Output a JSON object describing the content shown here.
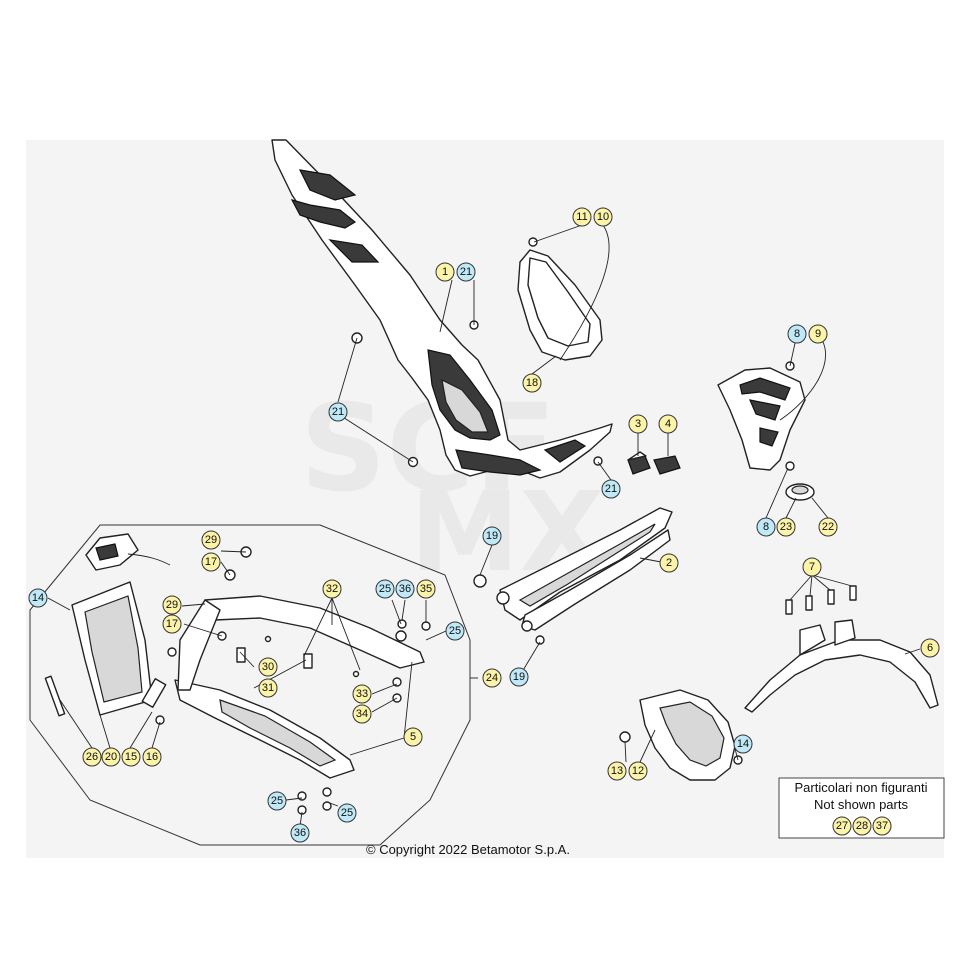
{
  "callouts": [
    {
      "id": "c1",
      "label": "1",
      "color": "yellow"
    },
    {
      "id": "c21a",
      "label": "21",
      "color": "blue"
    },
    {
      "id": "c11",
      "label": "11",
      "color": "yellow"
    },
    {
      "id": "c10",
      "label": "10",
      "color": "yellow"
    },
    {
      "id": "c18",
      "label": "18",
      "color": "yellow"
    },
    {
      "id": "c21b",
      "label": "21",
      "color": "blue"
    },
    {
      "id": "c3",
      "label": "3",
      "color": "yellow"
    },
    {
      "id": "c4",
      "label": "4",
      "color": "yellow"
    },
    {
      "id": "c21c",
      "label": "21",
      "color": "blue"
    },
    {
      "id": "c8a",
      "label": "8",
      "color": "blue"
    },
    {
      "id": "c9",
      "label": "9",
      "color": "yellow"
    },
    {
      "id": "c8b",
      "label": "8",
      "color": "blue"
    },
    {
      "id": "c23",
      "label": "23",
      "color": "yellow"
    },
    {
      "id": "c22",
      "label": "22",
      "color": "yellow"
    },
    {
      "id": "c19a",
      "label": "19",
      "color": "blue"
    },
    {
      "id": "c2",
      "label": "2",
      "color": "yellow"
    },
    {
      "id": "c19b",
      "label": "19",
      "color": "blue"
    },
    {
      "id": "c7",
      "label": "7",
      "color": "yellow"
    },
    {
      "id": "c6",
      "label": "6",
      "color": "yellow"
    },
    {
      "id": "c14b",
      "label": "14",
      "color": "blue"
    },
    {
      "id": "c13",
      "label": "13",
      "color": "yellow"
    },
    {
      "id": "c12",
      "label": "12",
      "color": "yellow"
    },
    {
      "id": "c29a",
      "label": "29",
      "color": "yellow"
    },
    {
      "id": "c17a",
      "label": "17",
      "color": "yellow"
    },
    {
      "id": "c14a",
      "label": "14",
      "color": "blue"
    },
    {
      "id": "c29b",
      "label": "29",
      "color": "yellow"
    },
    {
      "id": "c17b",
      "label": "17",
      "color": "yellow"
    },
    {
      "id": "c32",
      "label": "32",
      "color": "yellow"
    },
    {
      "id": "c25a",
      "label": "25",
      "color": "blue"
    },
    {
      "id": "c36a",
      "label": "36",
      "color": "blue"
    },
    {
      "id": "c35",
      "label": "35",
      "color": "yellow"
    },
    {
      "id": "c25b",
      "label": "25",
      "color": "blue"
    },
    {
      "id": "c30",
      "label": "30",
      "color": "yellow"
    },
    {
      "id": "c31",
      "label": "31",
      "color": "yellow"
    },
    {
      "id": "c24",
      "label": "24",
      "color": "yellow"
    },
    {
      "id": "c33",
      "label": "33",
      "color": "yellow"
    },
    {
      "id": "c34",
      "label": "34",
      "color": "yellow"
    },
    {
      "id": "c5",
      "label": "5",
      "color": "yellow"
    },
    {
      "id": "c26",
      "label": "26",
      "color": "yellow"
    },
    {
      "id": "c20",
      "label": "20",
      "color": "yellow"
    },
    {
      "id": "c15",
      "label": "15",
      "color": "yellow"
    },
    {
      "id": "c16",
      "label": "16",
      "color": "yellow"
    },
    {
      "id": "c25c",
      "label": "25",
      "color": "blue"
    },
    {
      "id": "c25d",
      "label": "25",
      "color": "blue"
    },
    {
      "id": "c36b",
      "label": "36",
      "color": "blue"
    },
    {
      "id": "c27",
      "label": "27",
      "color": "yellow"
    },
    {
      "id": "c28",
      "label": "28",
      "color": "yellow"
    },
    {
      "id": "c37",
      "label": "37",
      "color": "yellow"
    }
  ],
  "note": {
    "line1": "Particolari non figuranti",
    "line2": "Not shown parts"
  },
  "copyright": "© Copyright 2022 Betamotor S.p.A.",
  "colors": {
    "callout_yellow": "#fbf3a8",
    "callout_blue": "#bfe9f7"
  }
}
